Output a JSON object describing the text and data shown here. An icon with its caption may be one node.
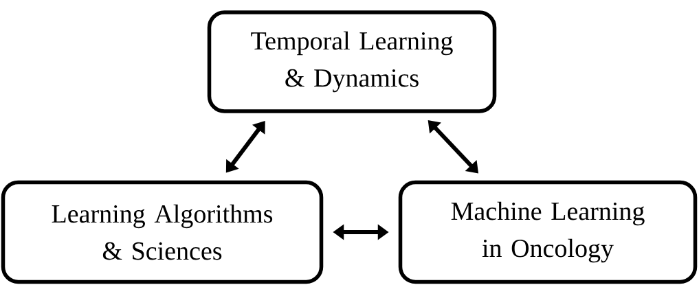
{
  "diagram": {
    "nodes": [
      {
        "text": [
          "Temporal Learning & Dynamics"
        ]
      },
      {
        "text": [
          "Learning Algorithms & Sciences"
        ]
      },
      {
        "text": [
          "Machine Learning in Oncology"
        ]
      }
    ],
    "edges": [
      {
        "from": 0,
        "to": 1,
        "arrow": "both"
      },
      {
        "from": 0,
        "to": 2,
        "arrow": "both"
      },
      {
        "from": 1,
        "to": 2,
        "arrow": "both"
      }
    ]
  }
}
